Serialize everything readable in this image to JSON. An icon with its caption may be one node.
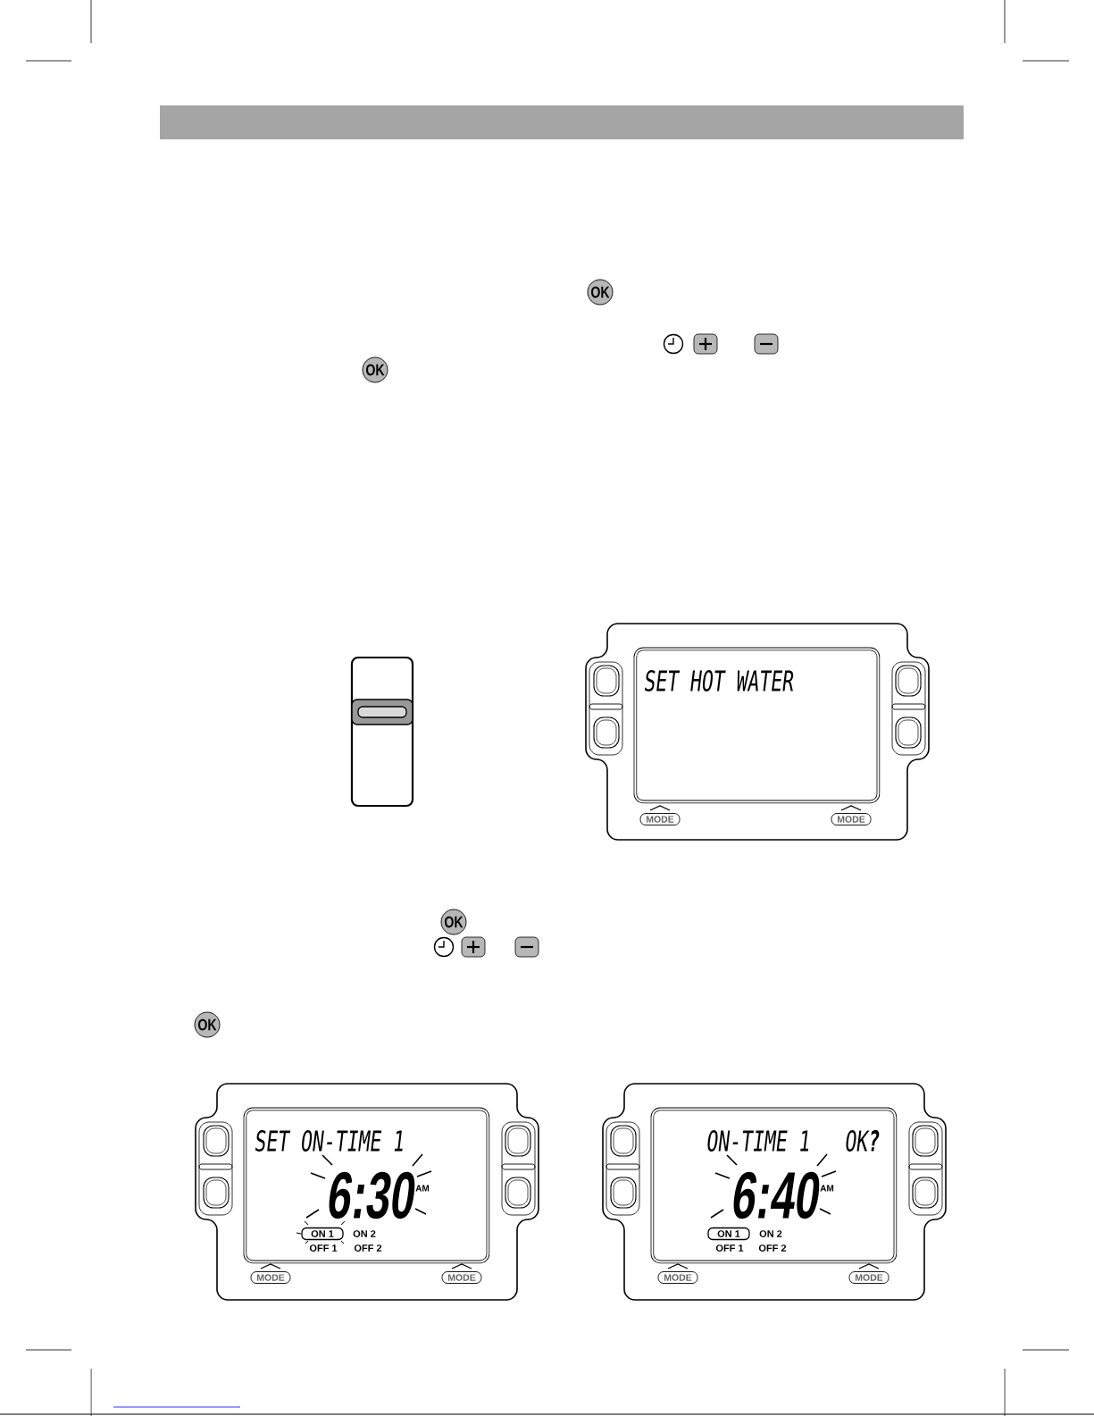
{
  "diagram": {
    "nodes": [
      {
        "text": [
          "OK"
        ]
      },
      {
        "text": [
          "OK"
        ]
      },
      {
        "text": [
          "SET HOT WATER"
        ]
      },
      {
        "text": [
          "MODE"
        ]
      },
      {
        "text": [
          "MODE"
        ]
      },
      {
        "text": [
          "OK"
        ]
      },
      {
        "text": [
          "OK"
        ]
      },
      {
        "text": [
          "SET ON-TIME 1",
          "6:30",
          "AM",
          "ON 2",
          "OFF 1",
          "OFF 2"
        ]
      },
      {
        "text": [
          "ON 1"
        ],
        "in": 7
      },
      {
        "text": [
          "MODE"
        ]
      },
      {
        "text": [
          "MODE"
        ]
      },
      {
        "text": [
          "ON-TIME 1",
          "OK**?**",
          "6:40",
          "AM",
          "ON 2",
          "OFF 1",
          "OFF 2"
        ]
      },
      {
        "text": [
          "ON 1"
        ],
        "in": 11
      },
      {
        "text": [
          "MODE"
        ]
      },
      {
        "text": [
          "MODE"
        ]
      }
    ]
  }
}
